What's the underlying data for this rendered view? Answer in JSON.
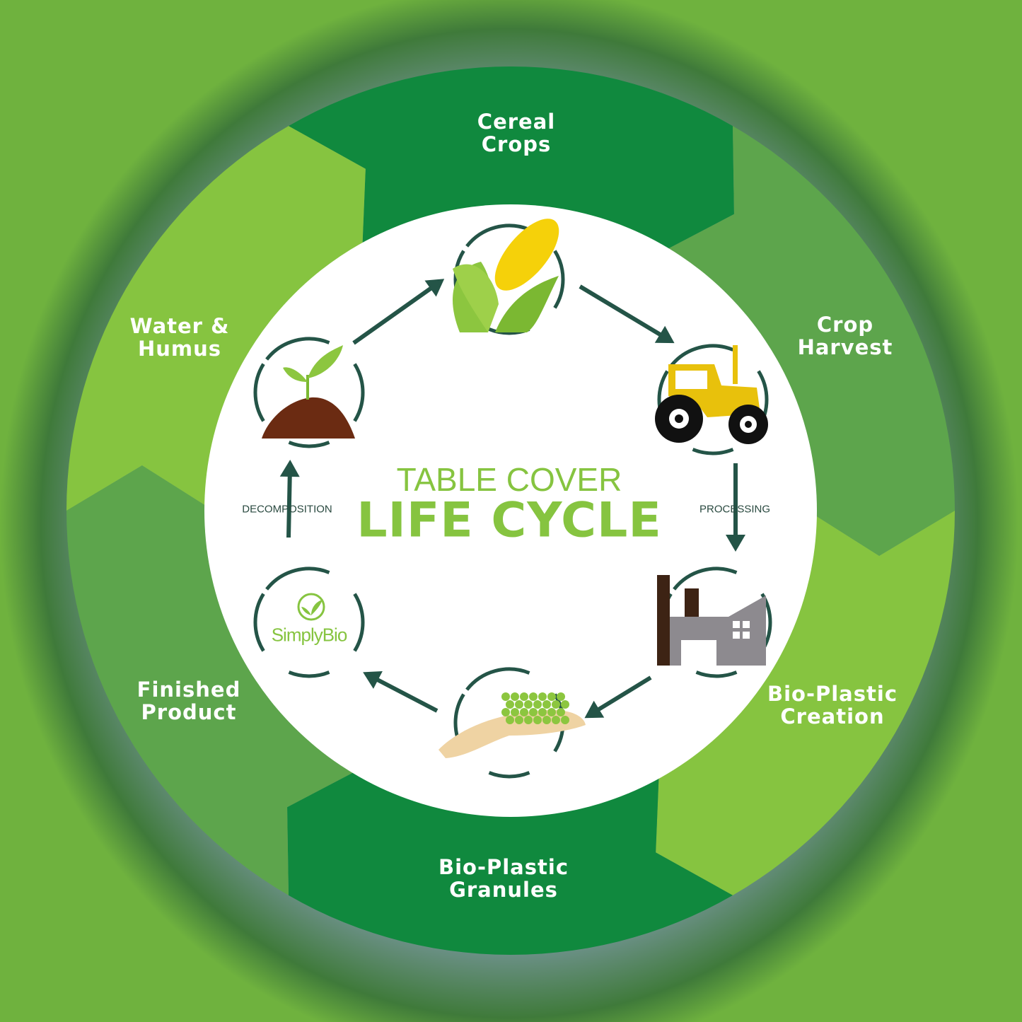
{
  "colors": {
    "dark": "#10893e",
    "medium": "#5da54c",
    "light": "#86c440",
    "white": "#ffffff",
    "arrow": "#245447"
  },
  "segments": [
    {
      "label_line1": "Cereal",
      "label_line2": "Crops",
      "color": "dark"
    },
    {
      "label_line1": "Crop",
      "label_line2": "Harvest",
      "color": "medium"
    },
    {
      "label_line1": "Bio-Plastic",
      "label_line2": "Creation",
      "color": "light"
    },
    {
      "label_line1": "Bio-Plastic",
      "label_line2": "Granules",
      "color": "dark"
    },
    {
      "label_line1": "Finished",
      "label_line2": "Product",
      "color": "medium"
    },
    {
      "label_line1": "Water &",
      "label_line2": "Humus",
      "color": "light"
    }
  ],
  "center": {
    "line1": "TABLE COVER",
    "line2": "LIFE CYCLE"
  },
  "step_labels": {
    "processing": "PROCESSING",
    "decomposition": "DECOMPOSITION"
  },
  "logo": {
    "text": "SimplyBio"
  },
  "icons": [
    "corn-icon",
    "tractor-icon",
    "factory-icon",
    "hand-granules-icon",
    "simplybio-logo-icon",
    "seedling-soil-icon"
  ]
}
